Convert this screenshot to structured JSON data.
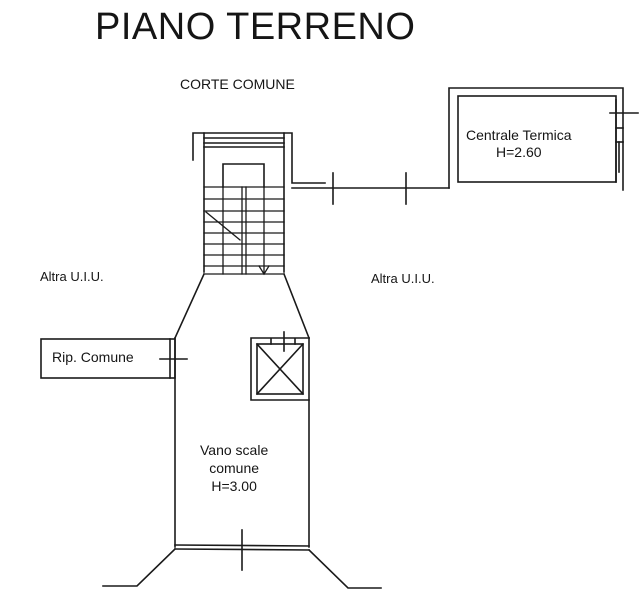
{
  "title": "PIANO TERRENO",
  "labels": {
    "corte_comune": "CORTE COMUNE",
    "altra_uiu_left": "Altra U.I.U.",
    "altra_uiu_right": "Altra U.I.U.",
    "rip_comune": "Rip. Comune",
    "centrale_termica": {
      "name": "Centrale Termica",
      "height": "H=2.60"
    },
    "vano_scale": {
      "line1": "Vano scale",
      "line2": "comune",
      "height": "H=3.00"
    }
  },
  "colors": {
    "line": "#1a1a1a",
    "background": "#ffffff"
  }
}
